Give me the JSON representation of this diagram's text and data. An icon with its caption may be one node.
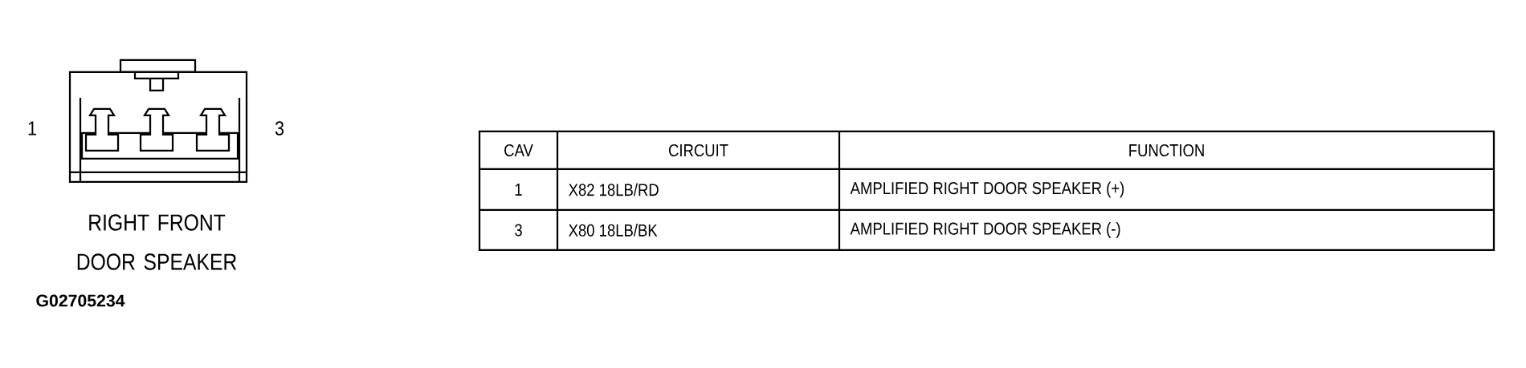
{
  "diagram": {
    "caption": "RIGHT FRONT DOOR SPEAKER",
    "labels": [
      "1",
      "3",
      "CAV",
      "CIRCUIT",
      "FUNCTION",
      "1",
      "X82 18LB/RD",
      "AMPLIFIED RIGHT DOOR SPEAKER (+)",
      "3",
      "X80 18LB/BK",
      "AMPLIFIED RIGHT DOOR SPEAKER (-)",
      "G02705234"
    ]
  }
}
